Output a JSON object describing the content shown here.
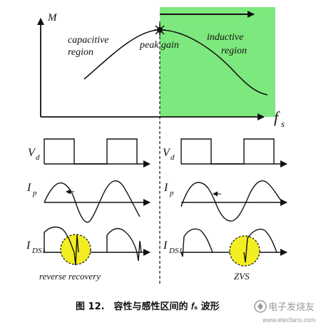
{
  "gain_plot": {
    "y_axis_label": "M",
    "x_axis_label": "f",
    "x_axis_subscript": "s",
    "capacitive_label_line1": "capacitive",
    "capacitive_label_line2": "region",
    "peak_label": "peak gain",
    "inductive_label_line1": "inductive",
    "inductive_label_line2": "region",
    "inductive_fill_color": "#7de87d"
  },
  "waveforms": {
    "left": {
      "vd_label": "V",
      "vd_sub": "d",
      "ip_label": "I",
      "ip_sub": "p",
      "ids_label": "I",
      "ids_sub": "DS1",
      "annotation": "reverse recovery"
    },
    "right": {
      "vd_label": "V",
      "vd_sub": "d",
      "ip_label": "I",
      "ip_sub": "p",
      "ids_label": "I",
      "ids_sub": "DS1",
      "annotation": "ZVS"
    },
    "highlight_color": "#f2ee22"
  },
  "caption": {
    "text": "图 12.　容性与感性区间的 𝑓ₛ 波形"
  },
  "watermark": {
    "text": "www.elecfans.com",
    "logo_text": "电子发烧友"
  }
}
